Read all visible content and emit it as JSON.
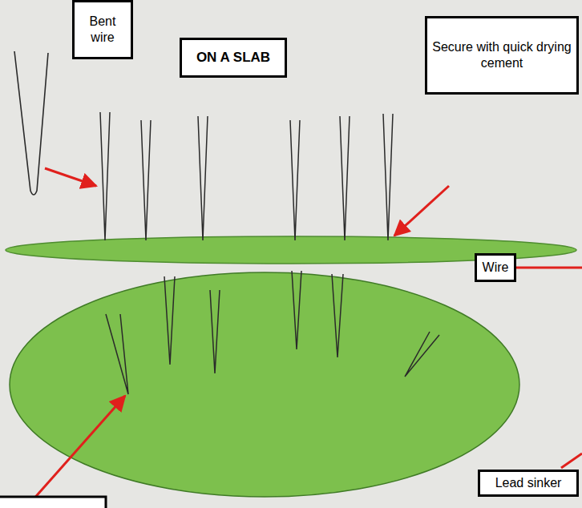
{
  "diagram": {
    "nodes": [
      {
        "text": [
          "Bent wire"
        ]
      },
      {
        "text": [
          "ON A SLAB"
        ]
      },
      {
        "text": [
          "Secure with quick drying cement"
        ]
      },
      {
        "text": [
          "Wire"
        ]
      },
      {
        "text": [
          "Lead sinker"
        ]
      }
    ]
  }
}
